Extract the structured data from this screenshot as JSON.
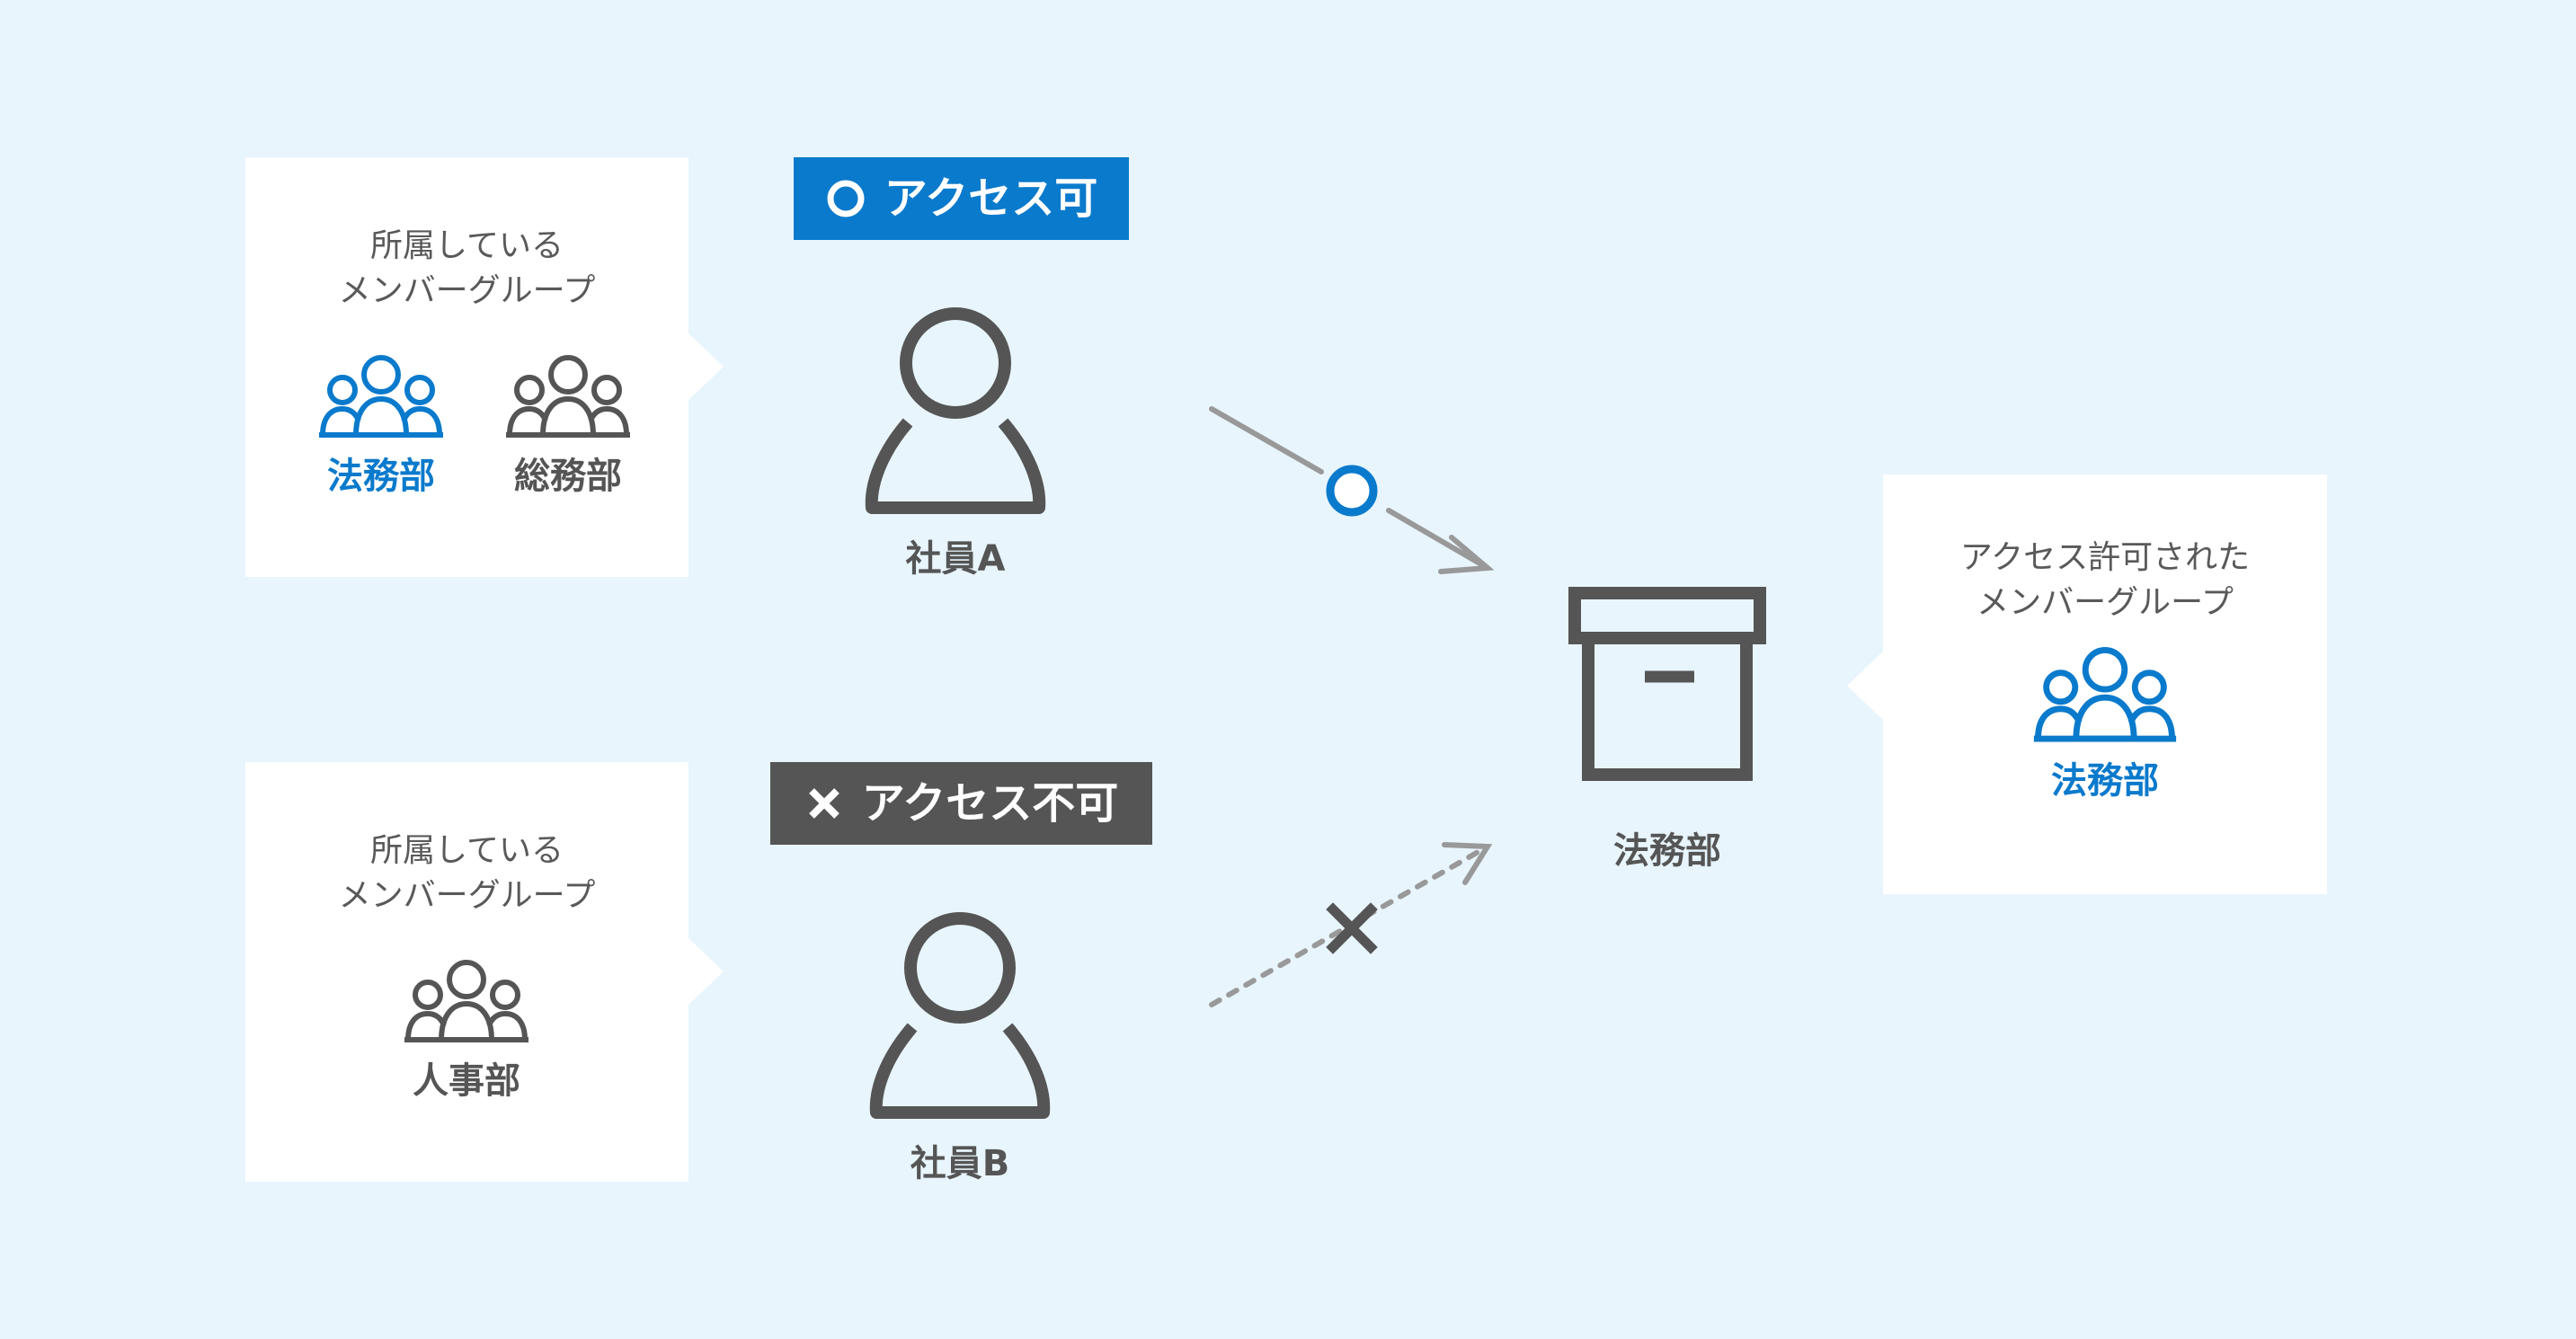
{
  "diagram": {
    "colors": {
      "background": "#e8f5fd",
      "accent": "#0a7acc",
      "dark": "#555555",
      "text": "#595959",
      "arrow": "#999999"
    },
    "employee_a": {
      "label": "社員A",
      "badge_text": "アクセス可",
      "badge_icon": "circle-icon",
      "card": {
        "caption_line1": "所属している",
        "caption_line2": "メンバーグループ",
        "groups": [
          {
            "name": "法務部",
            "color": "#0a7acc"
          },
          {
            "name": "総務部",
            "color": "#555555"
          }
        ]
      },
      "arrow": {
        "style": "solid",
        "marker": "circle-icon"
      }
    },
    "employee_b": {
      "label": "社員B",
      "badge_text": "アクセス不可",
      "badge_icon": "cross-icon",
      "card": {
        "caption_line1": "所属している",
        "caption_line2": "メンバーグループ",
        "groups": [
          {
            "name": "人事部",
            "color": "#555555"
          }
        ]
      },
      "arrow": {
        "style": "dotted",
        "marker": "cross-icon"
      }
    },
    "folder": {
      "label": "法務部",
      "icon": "archive-box-icon"
    },
    "permitted_card": {
      "caption_line1": "アクセス許可された",
      "caption_line2": "メンバーグループ",
      "groups": [
        {
          "name": "法務部",
          "color": "#0a7acc"
        }
      ]
    }
  }
}
